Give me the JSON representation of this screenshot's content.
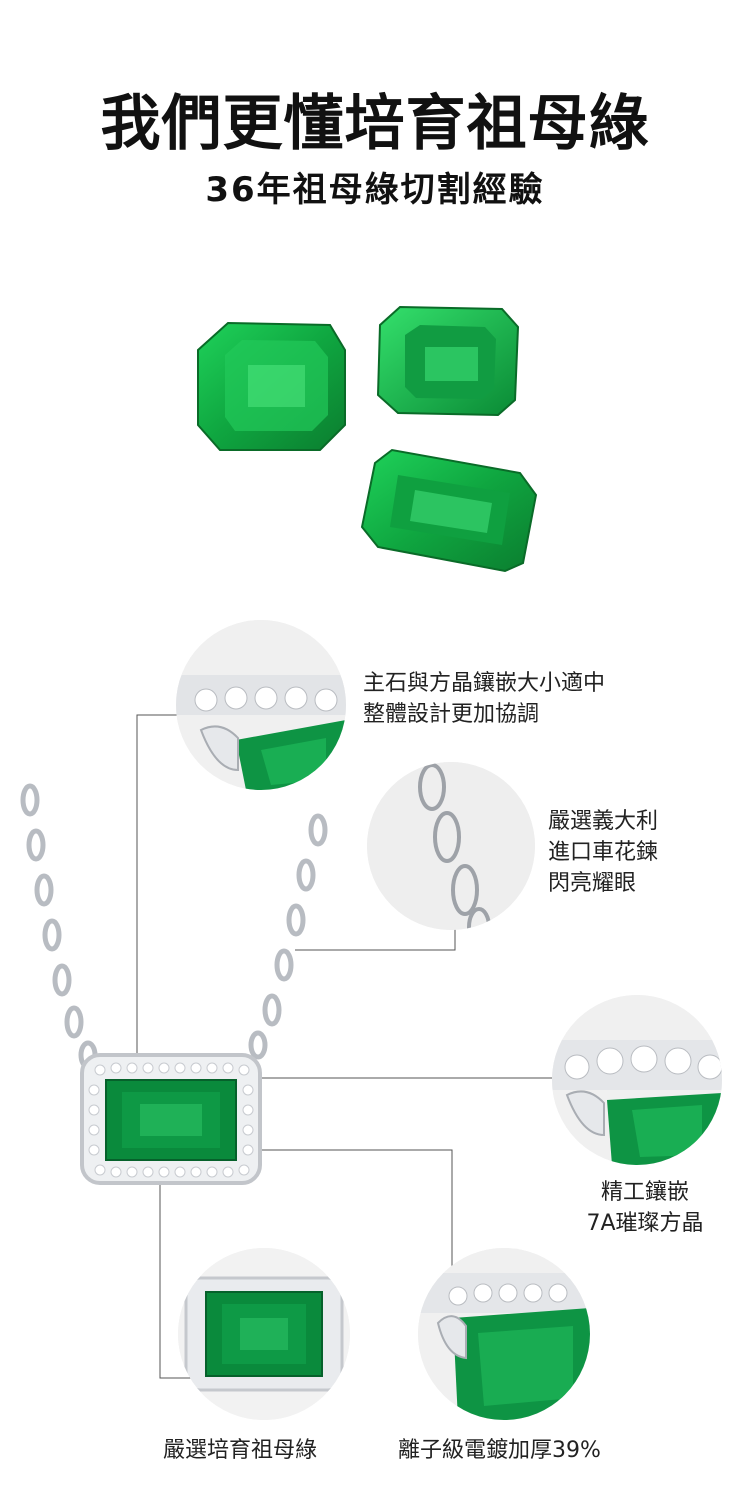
{
  "header": {
    "title": "我們更懂培育祖母綠",
    "subtitle": "36年祖母綠切割經驗"
  },
  "callouts": {
    "stone_ratio": [
      "主石與方晶鑲嵌大小適中",
      "整體設計更加協調"
    ],
    "chain": [
      "嚴選義大利",
      "進口車花鍊",
      "閃亮耀眼"
    ],
    "setting": [
      "精工鑲嵌",
      "7A璀璨方晶"
    ]
  },
  "captions": {
    "emerald": "嚴選培育祖母綠",
    "plating": "離子級電鍍加厚39%"
  },
  "colors": {
    "emerald": "#0f9a43",
    "emerald_dark": "#06612b",
    "silver": "#c9ccd0",
    "line": "#555555",
    "circle_bg": "#eeeeee"
  }
}
